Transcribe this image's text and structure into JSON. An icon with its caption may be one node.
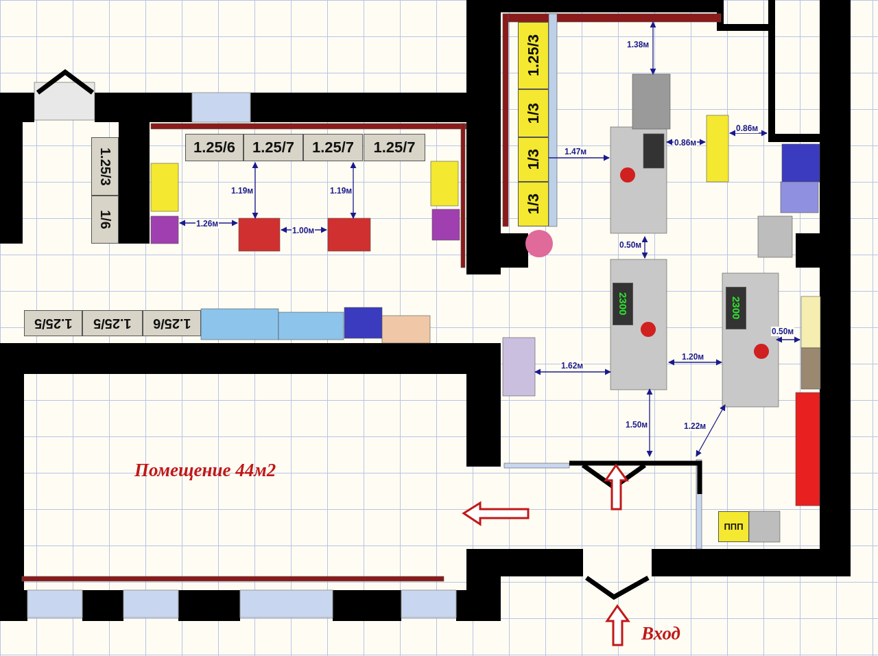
{
  "diagram": {
    "nodes": [
      {
        "text": [
          "1.25/6"
        ]
      },
      {
        "text": [
          "1.25/7"
        ]
      },
      {
        "text": [
          "1.25/7"
        ]
      },
      {
        "text": [
          "1.25/7"
        ]
      },
      {
        "text": [
          "1.25/3"
        ]
      },
      {
        "text": [
          "1/6"
        ]
      },
      {
        "text": [
          "1.25/5"
        ]
      },
      {
        "text": [
          "1.25/5"
        ]
      },
      {
        "text": [
          "1.25/6"
        ]
      },
      {
        "text": [
          "1.25/3"
        ]
      },
      {
        "text": [
          "1/3"
        ]
      },
      {
        "text": [
          "1/3"
        ]
      },
      {
        "text": [
          "1/3"
        ]
      },
      {
        "text": [
          "2300"
        ]
      },
      {
        "text": [
          "2300"
        ]
      },
      {
        "text": [
          "ППП"
        ]
      }
    ],
    "labels": [
      "1.19м",
      "1.19м",
      "1.26м",
      "1.00м",
      "1.38м",
      "1.47м",
      "0.86м",
      "0.86м",
      "0.50м",
      "1.62м",
      "1.20м",
      "0.50м",
      "1.50м",
      "1.22м",
      "Помещение 44м2",
      "Вход"
    ]
  }
}
